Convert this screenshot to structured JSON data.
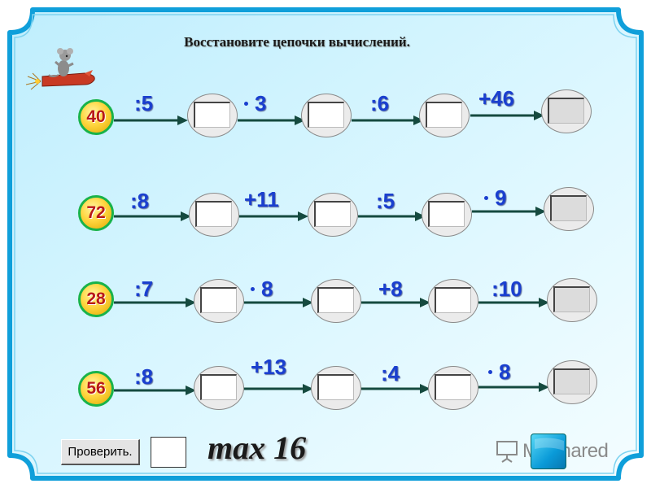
{
  "title": "Восстановите цепочки вычислений.",
  "chains": [
    {
      "start": "40",
      "operations": [
        ":5",
        "3",
        ":6",
        "+46"
      ],
      "dot_ops": [
        false,
        true,
        false,
        false
      ],
      "answers": [
        "",
        "",
        "",
        ""
      ]
    },
    {
      "start": "72",
      "operations": [
        ":8",
        "+11",
        ":5",
        "9"
      ],
      "dot_ops": [
        false,
        false,
        false,
        true
      ],
      "answers": [
        "",
        "",
        "",
        ""
      ]
    },
    {
      "start": "28",
      "operations": [
        ":7",
        "8",
        "+8",
        ":10"
      ],
      "dot_ops": [
        false,
        true,
        false,
        false
      ],
      "answers": [
        "",
        "",
        "",
        ""
      ]
    },
    {
      "start": "56",
      "operations": [
        ":8",
        "+13",
        ":4",
        "8"
      ],
      "dot_ops": [
        false,
        false,
        false,
        true
      ],
      "answers": [
        "",
        "",
        "",
        ""
      ]
    }
  ],
  "check_button_label": "Проверить.",
  "score_value": "",
  "max_label": "max 16",
  "logo_text": "MyShared",
  "colors": {
    "background_gradient": [
      "#bfeefd",
      "#f4fdff"
    ],
    "frame_border": "#0f9fda",
    "operation_text": "#1a3fcf",
    "start_number_text": "#b81818",
    "start_circle_fill": "#ffd640",
    "start_circle_border": "#19b34a",
    "arrow": "#154a3f"
  },
  "icons": {
    "mascot": "mouse-riding-rocket-icon",
    "logo": "presentation-board-icon",
    "nav": "next-slide-icon"
  }
}
